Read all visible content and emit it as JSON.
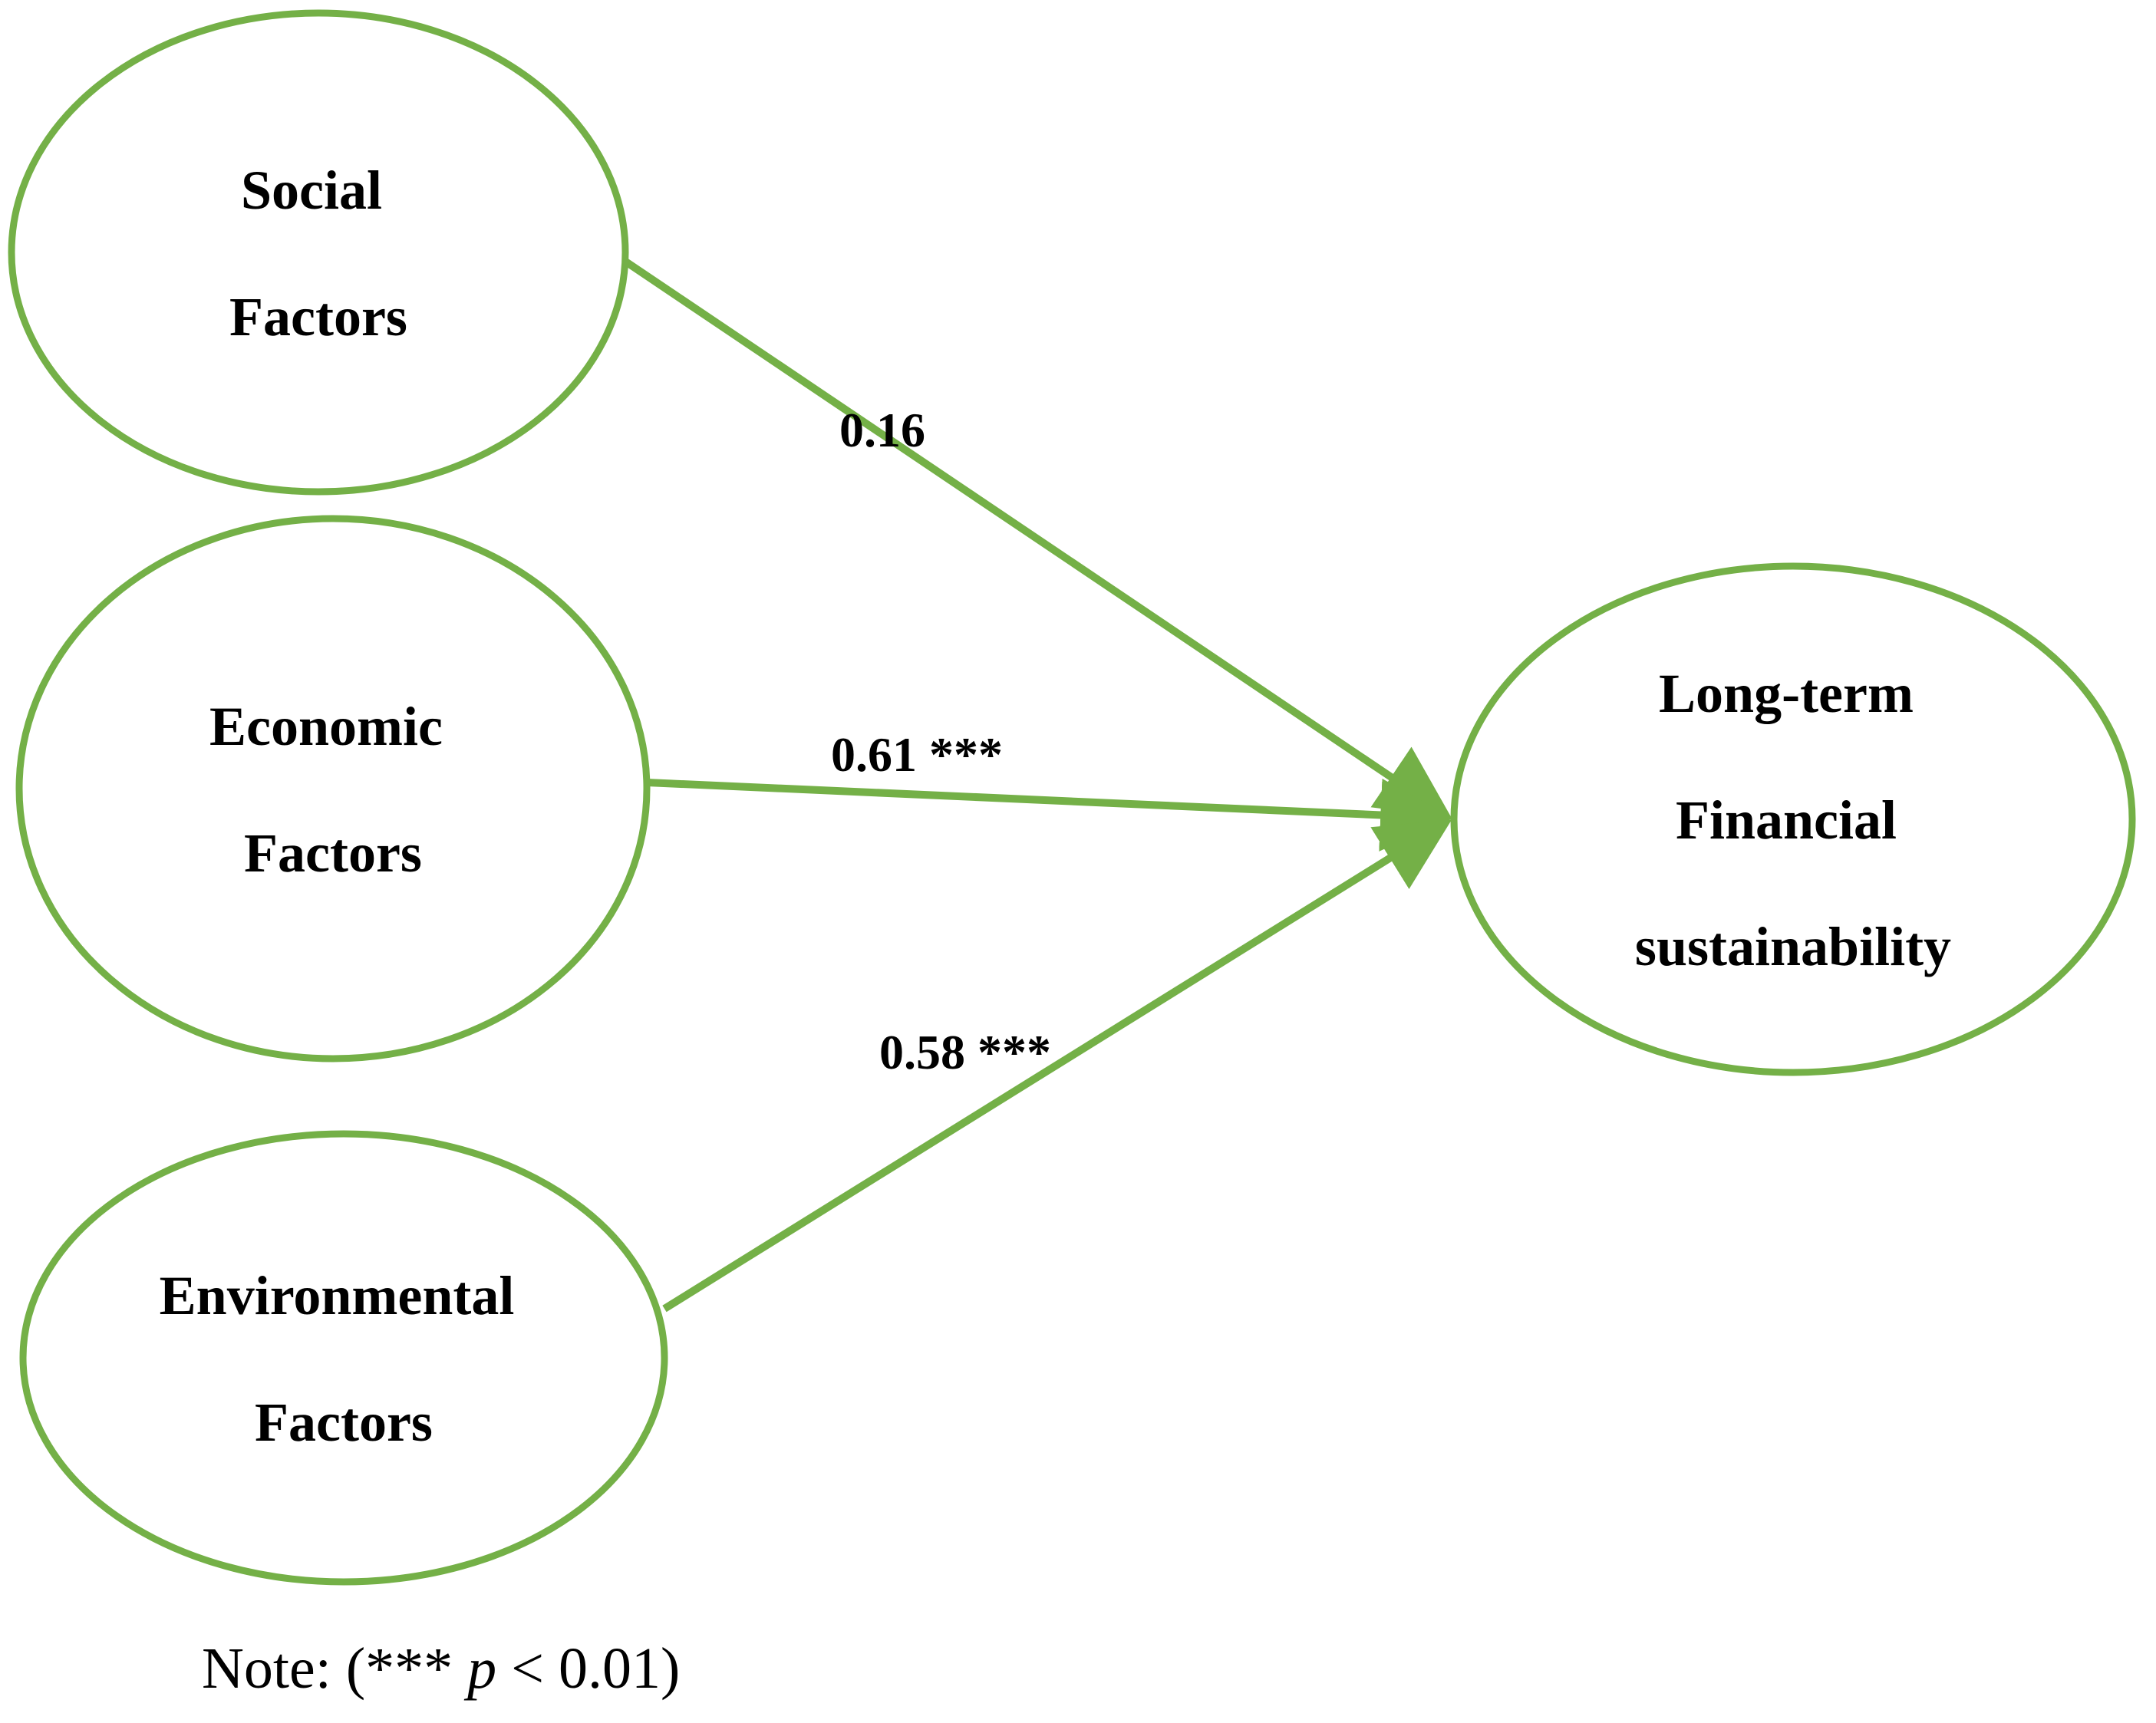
{
  "colors": {
    "accent": "#74b047",
    "text": "#000000",
    "background": "#ffffff"
  },
  "diagram": {
    "type": "path-diagram",
    "nodes": [
      {
        "id": "social",
        "lines": [
          "Social",
          "Factors"
        ]
      },
      {
        "id": "economic",
        "lines": [
          "Economic",
          "Factors"
        ]
      },
      {
        "id": "environmental",
        "lines": [
          "Environmental",
          "Factors"
        ]
      },
      {
        "id": "outcome",
        "lines": [
          "Long-term",
          "Financial",
          "sustainability"
        ]
      }
    ],
    "paths": [
      {
        "from": "social",
        "to": "outcome",
        "label": "0.16"
      },
      {
        "from": "economic",
        "to": "outcome",
        "label": "0.61 ***"
      },
      {
        "from": "environmental",
        "to": "outcome",
        "label": "0.58 ***"
      }
    ]
  },
  "note": {
    "prefix": "Note: (*** ",
    "p_symbol": "p",
    "suffix": " < 0.01)"
  }
}
